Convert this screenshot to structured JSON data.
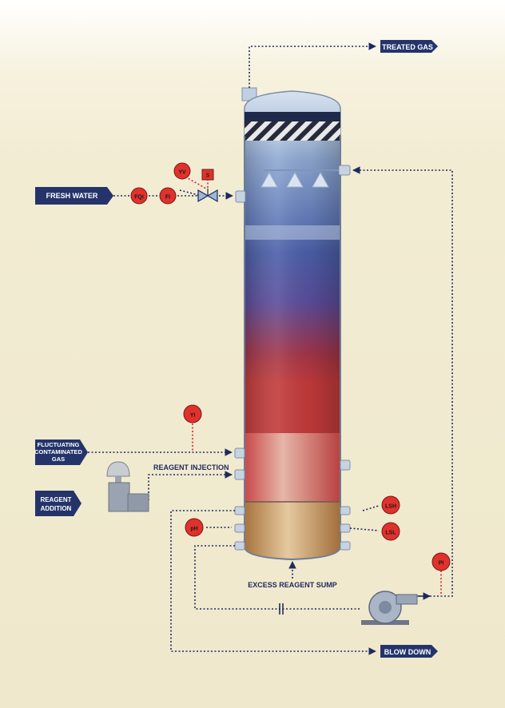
{
  "labels": {
    "treated_gas": "TREATED GAS",
    "fresh_water": "FRESH WATER",
    "fluct_line1": "FLUCTUATING",
    "fluct_line2": "CONTAMINATED",
    "fluct_line3": "GAS",
    "reagent_addition_line1": "REAGENT",
    "reagent_addition_line2": "ADDITION",
    "reagent_injection": "REAGENT INJECTION",
    "excess_sump": "EXCESS REAGENT SUMP",
    "blow_down": "BLOW DOWN"
  },
  "instruments": {
    "yv": "YV",
    "s": "S",
    "fqi": "FQI",
    "fi": "FI",
    "yi": "YI",
    "lsh": "LSH",
    "lsl": "LSL",
    "ph": "pH",
    "pi": "PI"
  },
  "colors": {
    "arrow_box": "#24346b",
    "instrument_red": "#e0322c",
    "signal_red": "#d8262c",
    "line_navy": "#1d2a5c"
  }
}
